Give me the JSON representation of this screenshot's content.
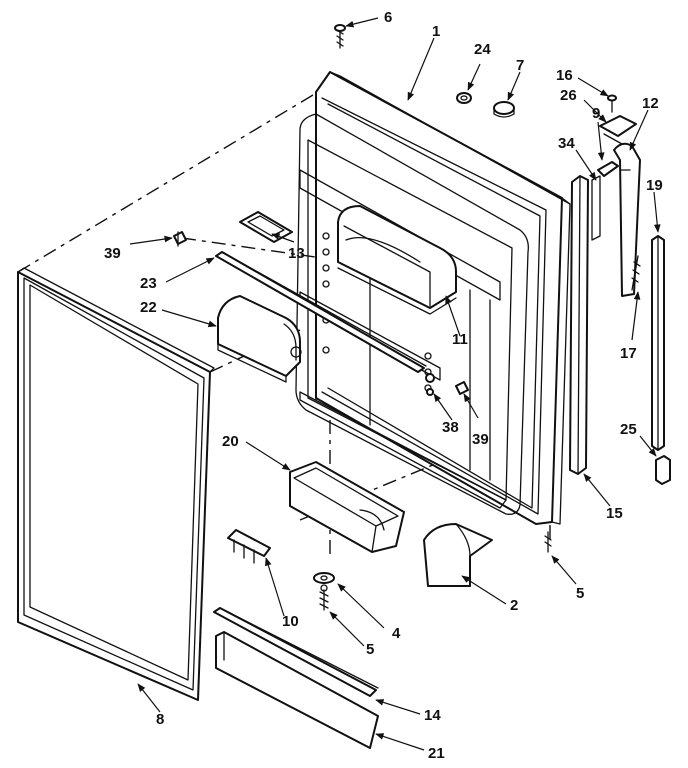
{
  "diagram": {
    "callouts": {
      "c1": "1",
      "c2": "2",
      "c4": "4",
      "c5a": "5",
      "c5b": "5",
      "c6": "6",
      "c7": "7",
      "c8": "8",
      "c9": "9",
      "c10": "10",
      "c11": "11",
      "c12": "12",
      "c13": "13",
      "c14": "14",
      "c15": "15",
      "c16": "16",
      "c17": "17",
      "c19": "19",
      "c20": "20",
      "c21": "21",
      "c22": "22",
      "c23": "23",
      "c24": "24",
      "c25": "25",
      "c26": "26",
      "c34": "34",
      "c38": "38",
      "c39a": "39",
      "c39b": "39"
    }
  }
}
